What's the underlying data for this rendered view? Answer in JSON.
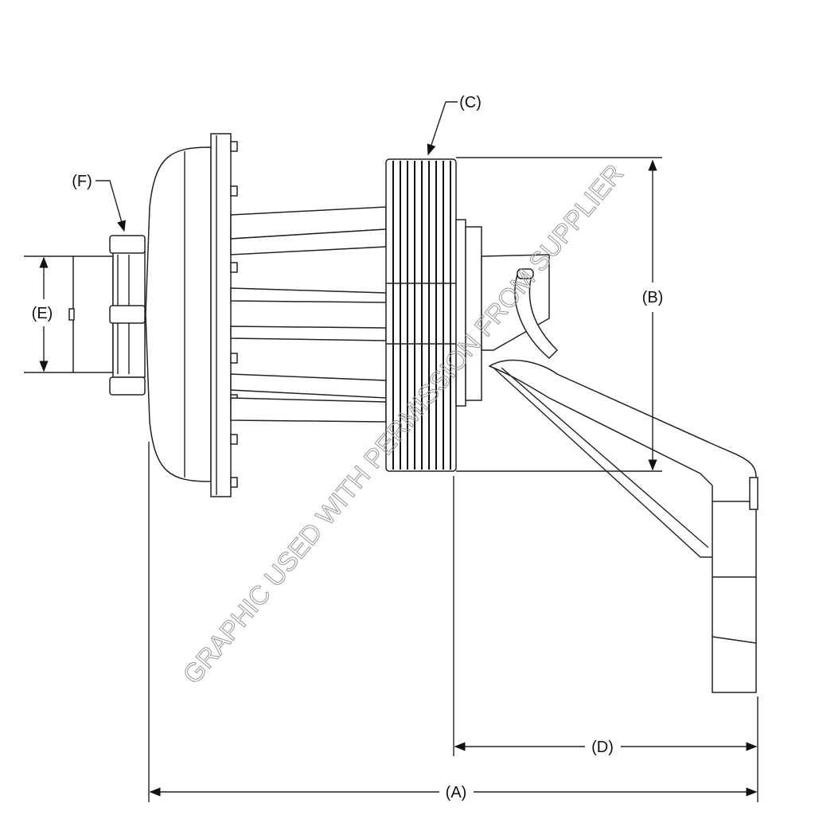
{
  "diagram": {
    "labels": {
      "a": "(A)",
      "b": "(B)",
      "c": "(C)",
      "d": "(D)",
      "e": "(E)",
      "f": "(F)"
    },
    "watermark": "GRAPHIC USED WITH PERMISSION FROM SUPPLIER",
    "colors": {
      "line": "#222222",
      "watermark": "#9a9a9a",
      "background": "#ffffff"
    }
  }
}
